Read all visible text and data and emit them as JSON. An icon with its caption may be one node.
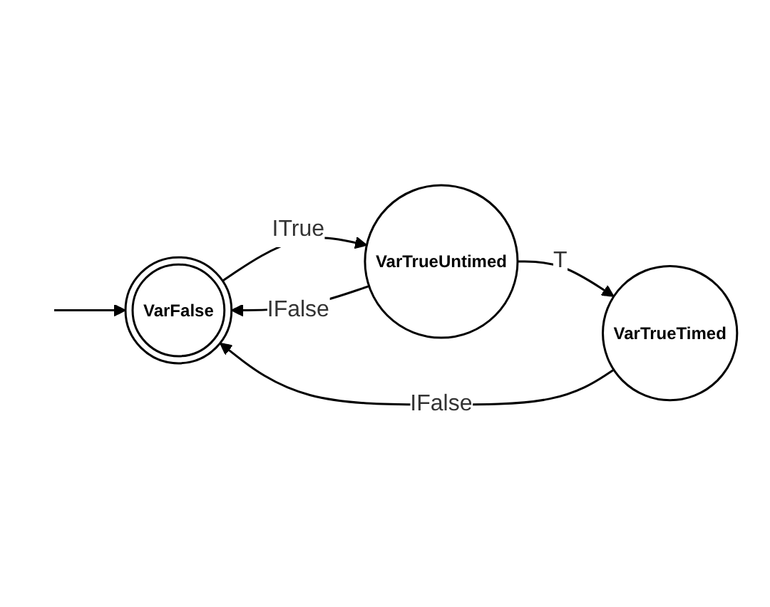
{
  "diagram": {
    "nodes": [
      {
        "text": [
          "VarFalse"
        ]
      },
      {
        "text": [
          "VarTrueUntimed"
        ]
      },
      {
        "text": [
          "VarTrueTimed"
        ]
      }
    ],
    "edges": [
      {
        "from": null,
        "to": 0,
        "arrow": "to"
      },
      {
        "from": 0,
        "to": 1,
        "label": "ITrue",
        "arrow": "to"
      },
      {
        "from": 1,
        "to": 0,
        "label": "IFalse",
        "arrow": "to"
      },
      {
        "from": 1,
        "to": 2,
        "label": "T",
        "arrow": "to"
      },
      {
        "from": 2,
        "to": 0,
        "label": "IFalse",
        "arrow": "to"
      }
    ]
  }
}
